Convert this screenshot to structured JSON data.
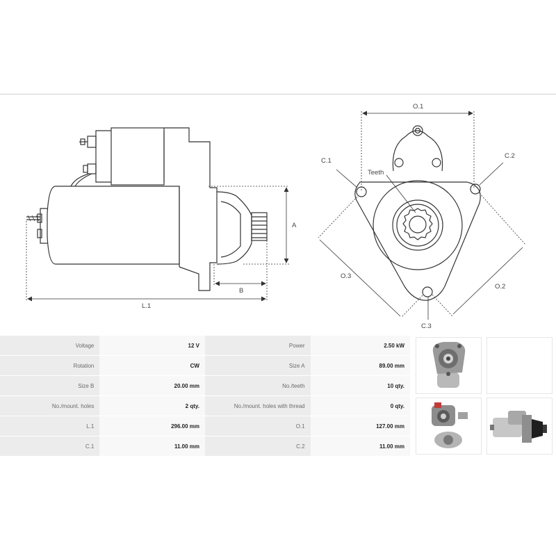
{
  "drawing": {
    "labels": {
      "a": "A",
      "b": "B",
      "l1": "L.1",
      "o1": "O.1",
      "o2": "O.2",
      "o3": "O.3",
      "c1": "C.1",
      "c2": "C.2",
      "c3": "C.3",
      "teeth": "Teeth"
    }
  },
  "specs": [
    {
      "k1": "Voltage",
      "v1": "12 V",
      "k2": "Power",
      "v2": "2.50 kW"
    },
    {
      "k1": "Rotation",
      "v1": "CW",
      "k2": "Size A",
      "v2": "89.00 mm"
    },
    {
      "k1": "Size B",
      "v1": "20.00 mm",
      "k2": "No./teeth",
      "v2": "10 qty."
    },
    {
      "k1": "No./mount. holes",
      "v1": "2 qty.",
      "k2": "No./mount. holes with thread",
      "v2": "0 qty."
    },
    {
      "k1": "L.1",
      "v1": "296.00 mm",
      "k2": "O.1",
      "v2": "127.00 mm"
    },
    {
      "k1": "C.1",
      "v1": "11.00 mm",
      "k2": "C.2",
      "v2": "11.00 mm"
    }
  ]
}
